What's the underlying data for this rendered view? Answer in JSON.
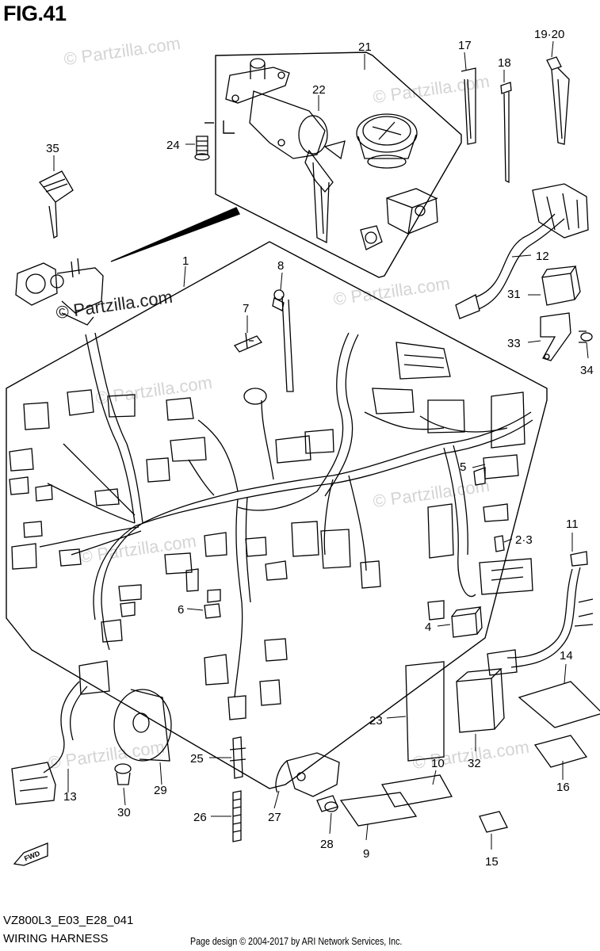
{
  "figure": {
    "title": "FIG.41",
    "code": "VZ800L3_E03_E28_041",
    "name": "WIRING HARNESS",
    "copyright": "Page design © 2004-2017 by ARI Network Services, Inc."
  },
  "watermark": {
    "text": "© Partzilla.com",
    "text_dark": "© Partzilla.com"
  },
  "fwd_label": "FWD",
  "callouts": [
    {
      "id": "1",
      "label": "1"
    },
    {
      "id": "2-3",
      "label": "2·3"
    },
    {
      "id": "4",
      "label": "4"
    },
    {
      "id": "5",
      "label": "5"
    },
    {
      "id": "6",
      "label": "6"
    },
    {
      "id": "7",
      "label": "7"
    },
    {
      "id": "8",
      "label": "8"
    },
    {
      "id": "9",
      "label": "9"
    },
    {
      "id": "10",
      "label": "10"
    },
    {
      "id": "11",
      "label": "11"
    },
    {
      "id": "12",
      "label": "12"
    },
    {
      "id": "13",
      "label": "13"
    },
    {
      "id": "14",
      "label": "14"
    },
    {
      "id": "15",
      "label": "15"
    },
    {
      "id": "16",
      "label": "16"
    },
    {
      "id": "17",
      "label": "17"
    },
    {
      "id": "18",
      "label": "18"
    },
    {
      "id": "19-20",
      "label": "19·20"
    },
    {
      "id": "21",
      "label": "21"
    },
    {
      "id": "22",
      "label": "22"
    },
    {
      "id": "23",
      "label": "23"
    },
    {
      "id": "24",
      "label": "24"
    },
    {
      "id": "25",
      "label": "25"
    },
    {
      "id": "26",
      "label": "26"
    },
    {
      "id": "27",
      "label": "27"
    },
    {
      "id": "28",
      "label": "28"
    },
    {
      "id": "29",
      "label": "29"
    },
    {
      "id": "30",
      "label": "30"
    },
    {
      "id": "31",
      "label": "31"
    },
    {
      "id": "32",
      "label": "32"
    },
    {
      "id": "33",
      "label": "33"
    },
    {
      "id": "34",
      "label": "34"
    },
    {
      "id": "35",
      "label": "35"
    }
  ]
}
